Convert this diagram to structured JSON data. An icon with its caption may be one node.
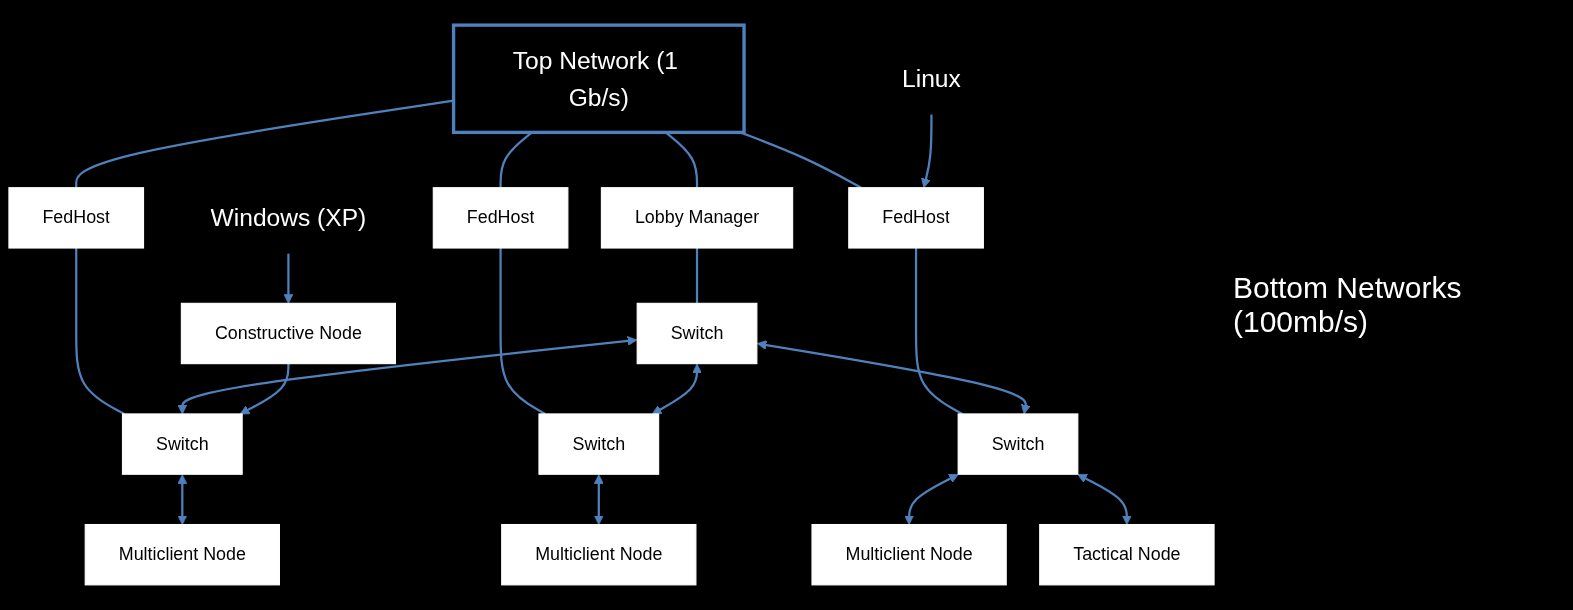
{
  "diagram": {
    "nodes": [
      {
        "text": [
          "Top Network (1 Gb/s)"
        ]
      },
      {
        "text": [
          "Lobby Manager"
        ]
      },
      {
        "text": [
          "FedHost"
        ]
      },
      {
        "text": [
          "FedHost"
        ]
      },
      {
        "text": [
          "FedHost"
        ]
      },
      {
        "text": [
          "Switch"
        ]
      },
      {
        "text": [
          "Switch"
        ]
      },
      {
        "text": [
          "Switch"
        ]
      },
      {
        "text": [
          "Switch"
        ]
      },
      {
        "text": [
          "Linux"
        ]
      },
      {
        "text": [
          "Windows (XP)"
        ]
      },
      {
        "text": [
          "Constructive Node"
        ]
      },
      {
        "text": [
          "Multiclient Node"
        ]
      },
      {
        "text": [
          "Multiclient Node"
        ]
      },
      {
        "text": [
          "Multiclient Node"
        ]
      },
      {
        "text": [
          "Tactical Node"
        ]
      }
    ],
    "edges": [
      {
        "from": 0,
        "to": 1,
        "arrow": "none"
      },
      {
        "from": 0,
        "to": 2,
        "arrow": "none"
      },
      {
        "from": 0,
        "to": 3,
        "arrow": "none"
      },
      {
        "from": 0,
        "to": 4,
        "arrow": "none"
      },
      {
        "from": 1,
        "to": 5,
        "arrow": "none"
      },
      {
        "from": 2,
        "to": 6,
        "arrow": "none"
      },
      {
        "from": 3,
        "to": 7,
        "arrow": "none"
      },
      {
        "from": 4,
        "to": 8,
        "arrow": "none"
      },
      {
        "from": 9,
        "to": 4,
        "arrow": "to"
      },
      {
        "from": 5,
        "to": 6,
        "arrow": "both"
      },
      {
        "from": 5,
        "to": 7,
        "arrow": "both"
      },
      {
        "from": 5,
        "to": 8,
        "arrow": "both"
      },
      {
        "from": 11,
        "to": 6,
        "arrow": "to"
      },
      {
        "from": 12,
        "to": 6,
        "arrow": "both"
      },
      {
        "from": 13,
        "to": 7,
        "arrow": "both"
      },
      {
        "from": 14,
        "to": 8,
        "arrow": "both"
      },
      {
        "from": 15,
        "to": 8,
        "arrow": "both"
      },
      {
        "from": 10,
        "to": 11,
        "arrow": "to"
      }
    ],
    "labels": [
      "Bottom Networks (100mb/s)"
    ]
  }
}
